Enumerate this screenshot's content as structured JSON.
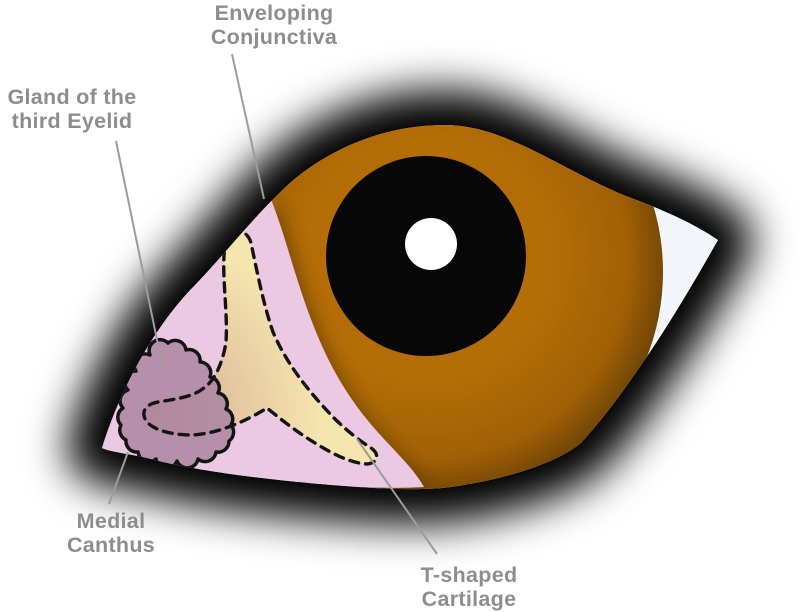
{
  "diagram": {
    "labels": {
      "enveloping_conjunctiva": {
        "line1": "Enveloping",
        "line2": "Conjunctiva"
      },
      "gland_third_eyelid": {
        "line1": "Gland of the",
        "line2": "third Eyelid"
      },
      "medial_canthus": {
        "line1": "Medial",
        "line2": "Canthus"
      },
      "t_shaped_cartilage": {
        "line1": "T-shaped",
        "line2": "Cartilage"
      }
    },
    "colors": {
      "background": "#ffffff",
      "label_text": "#8d8d8d",
      "leader_line": "#9c9c9c",
      "eyelid_glow": "#000000",
      "sclera": "#f2f6fa",
      "iris_center": "#b46d07",
      "iris_mid": "#a26005",
      "iris_rim": "#6b4206",
      "pupil": "#070707",
      "pupil_highlight": "#ffffff",
      "membrane_pink": "#ecc9e2",
      "cartilage_cream": "#f6e5af",
      "cartilage_mid": "#e4c7a0",
      "cartilage_tan": "#c79b85",
      "gland_mauve": "#ad86a2",
      "dash_stroke": "#141414"
    }
  }
}
